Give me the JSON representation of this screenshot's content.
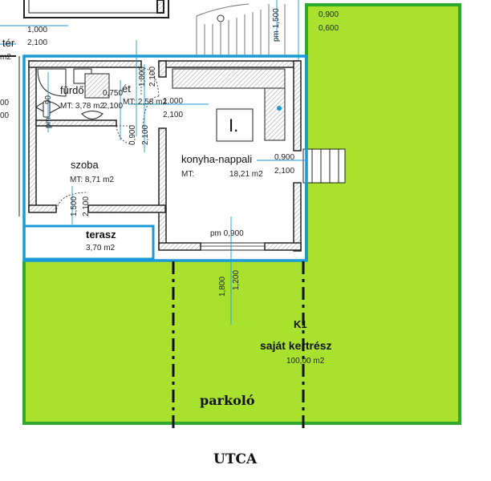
{
  "rooms": {
    "ter": {
      "name": "tér",
      "area_fragment": "m2"
    },
    "furdo": {
      "name": "fürdő",
      "area": "MT: 3,78 m2"
    },
    "et": {
      "name": "ét",
      "area": "MT: 2,58 m2"
    },
    "szoba": {
      "name": "szoba",
      "area": "MT: 8,71 m2"
    },
    "konyha": {
      "name": "konyha-nappali",
      "area_prefix": "MT:",
      "area": "18,21 m2"
    },
    "terasz": {
      "name": "terasz",
      "area": "3,70 m2"
    }
  },
  "unit_label": "I.",
  "garden": {
    "id": "K1",
    "name": "saját kertrész",
    "area": "100,00 m2"
  },
  "parking": "parkoló",
  "street": "UTCA",
  "dimensions": {
    "top_left_door": [
      "1,000",
      "2,100"
    ],
    "left_edge_1": "00",
    "left_edge_2": "00",
    "stair_pm": "pm 1,500",
    "top_right_window": [
      "0,900",
      "0,600"
    ],
    "furdo_door_v": [
      "1,000",
      "2,100"
    ],
    "furdo_window": [
      "0,750",
      "2,100"
    ],
    "furdo_pm": "pm",
    "furdo_side": "90",
    "et_door": [
      "1,000",
      "2,100"
    ],
    "szoba_door_v": [
      "0,900",
      "2,100"
    ],
    "szoba_lower_door": [
      "1,500",
      "2,100"
    ],
    "entry_door": [
      "0,900",
      "2,100"
    ],
    "bottom_window": "pm 0,900",
    "front_vertical": [
      "1,800",
      "1,200"
    ]
  },
  "colors": {
    "garden_fill": "#a8e22e",
    "garden_border": "#2ea82e",
    "unit_border": "#1a9ad6",
    "wall": "#222222"
  }
}
